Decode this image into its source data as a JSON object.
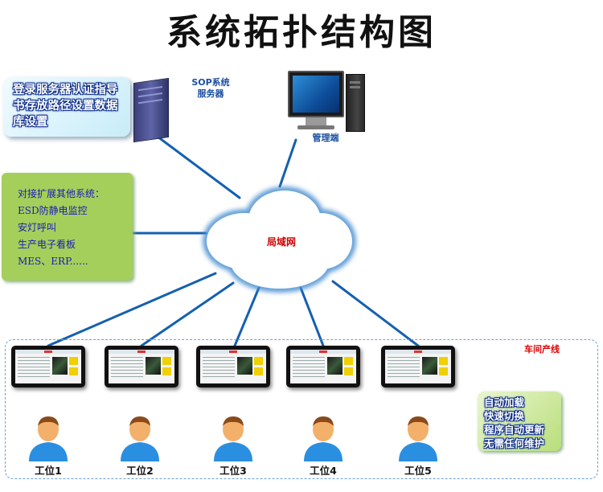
{
  "title": "系统拓扑结构图",
  "server": {
    "label_line1": "SOP系统",
    "label_line2": "服务器",
    "note": [
      "登录服务器认证指导",
      "书存放路径设置数据",
      "库设置"
    ]
  },
  "client": {
    "label": "管理端"
  },
  "network": {
    "label": "局域网"
  },
  "integration": {
    "heading": "对接扩展其他系统：",
    "items": [
      "ESD防静电监控",
      "安灯呼叫",
      "生产电子看板",
      "MES、ERP......"
    ]
  },
  "workshop": {
    "label": "车间产线",
    "stations": [
      "工位1",
      "工位2",
      "工位3",
      "工位4",
      "工位5"
    ],
    "features": [
      "自动加载",
      "快速切换",
      "程序自动更新",
      "无需任何维护"
    ]
  },
  "colors": {
    "link": "#1560b0",
    "cloud_fill": "#ffffff",
    "cloud_shadow": "#4a8fd0",
    "lan_label": "#cc0000",
    "workshop_label": "#dd0000",
    "note_text_outline": "#0a2a8a",
    "green_note": "#a4cf5a",
    "worker_head": "#f2b06a",
    "worker_body": "#2a8fe0"
  }
}
